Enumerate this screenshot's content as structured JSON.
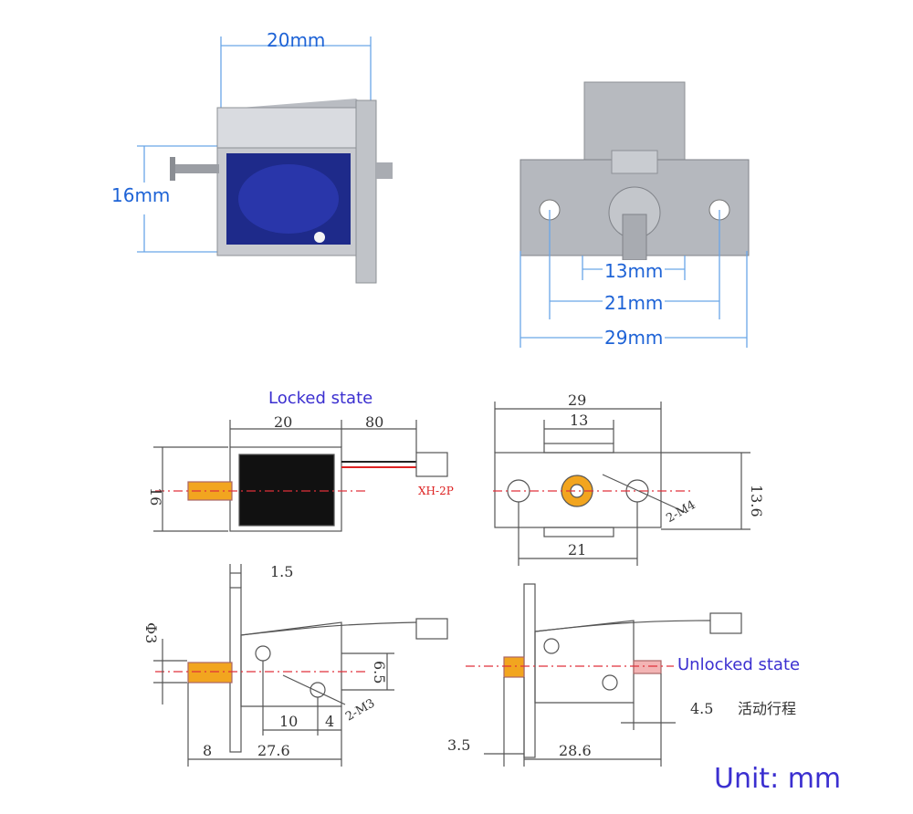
{
  "photo_dims": {
    "top_left_width": "20mm",
    "top_left_height": "16mm",
    "top_right_hole_inner": "13mm",
    "top_right_hole_pitch": "21mm",
    "top_right_width": "29mm"
  },
  "drawing": {
    "locked_label": "Locked state",
    "unlocked_label": "Unlocked state",
    "unit_label": "Unit: mm",
    "connector": "XH-2P",
    "thread_label_1": "2-M4",
    "thread_label_2": "2-M3",
    "stroke_label": "活动行程",
    "dims": {
      "len_20": "20",
      "wire_80": "80",
      "h_16": "16",
      "w_29": "29",
      "w_13": "13",
      "w_21": "21",
      "h_13_6": "13.6",
      "d_1_5": "1.5",
      "phi_3": "Φ3",
      "d_6_5": "6.5",
      "d_10": "10",
      "d_4": "4",
      "d_8": "8",
      "d_27_6": "27.6",
      "d_3_5": "3.5",
      "d_28_6": "28.6",
      "d_4_5": "4.5"
    }
  },
  "colors": {
    "dimension_blue": "#1e63d6",
    "label_purple": "#3b2fd0",
    "centerline_red": "#e0303a",
    "plunger_orange": "#f0a020"
  }
}
